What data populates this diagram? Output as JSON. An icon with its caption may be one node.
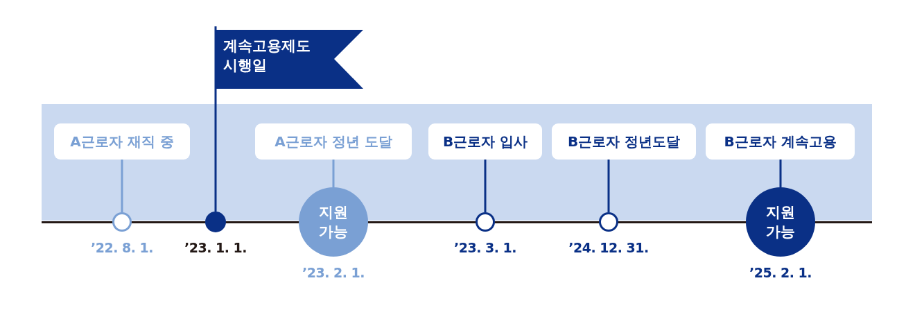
{
  "diagram": {
    "nodes": [
      {
        "text": [
          "계속고용제도 시행일"
        ]
      },
      {
        "text": [
          "A근로자 재직 중"
        ]
      },
      {
        "text": [
          "A근로자 정년 도달"
        ]
      },
      {
        "text": [
          "B근로자 입사"
        ]
      },
      {
        "text": [
          "B근로자 정년도달"
        ]
      },
      {
        "text": [
          "B근로자 계속고용"
        ]
      },
      {
        "text": [],
        "shape": "circle",
        "beside": [
          "’22. 8. 1."
        ]
      },
      {
        "text": [],
        "shape": "circle",
        "beside": [
          "’23. 1. 1."
        ]
      },
      {
        "text": [
          "지원 가능"
        ],
        "beside": [
          "’23. 2. 1."
        ]
      },
      {
        "text": [],
        "shape": "circle",
        "beside": [
          "’23. 3. 1."
        ]
      },
      {
        "text": [],
        "shape": "circle",
        "beside": [
          "’24. 12. 31."
        ]
      },
      {
        "text": [
          "지원 가능"
        ],
        "beside": [
          "’25. 2. 1."
        ]
      }
    ],
    "edges": [
      {
        "from": 1,
        "to": 6,
        "arrow": "none",
        "color": "#7aa0d4"
      },
      {
        "from": 0,
        "to": 7,
        "arrow": "none"
      },
      {
        "from": 2,
        "to": 8,
        "arrow": "none",
        "color": "#7aa0d4"
      },
      {
        "from": 3,
        "to": 9,
        "arrow": "none"
      },
      {
        "from": 4,
        "to": 10,
        "arrow": "none"
      },
      {
        "from": 5,
        "to": 11,
        "arrow": "none"
      }
    ]
  }
}
